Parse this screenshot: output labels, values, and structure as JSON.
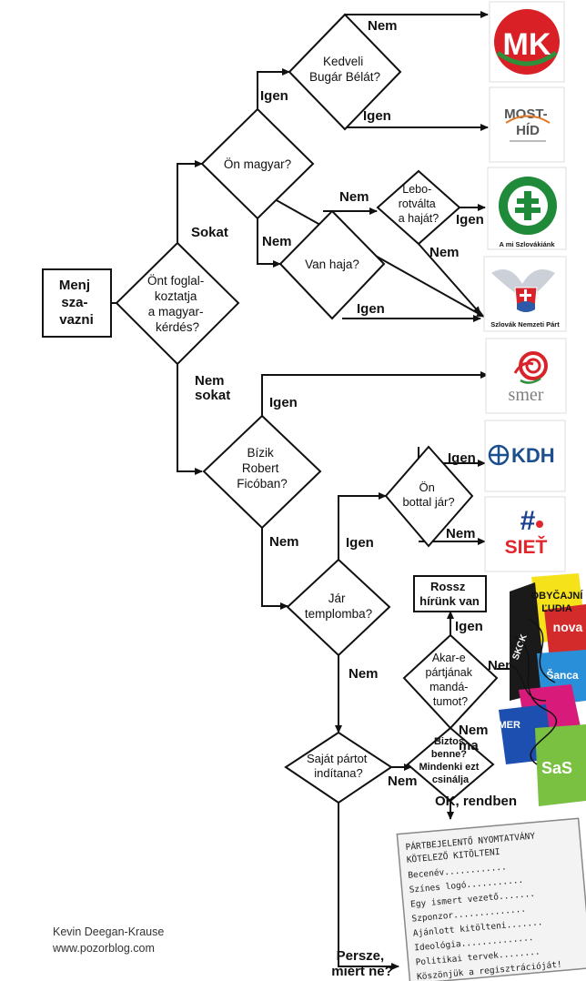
{
  "start": [
    "Menj",
    "sza-",
    "vazni"
  ],
  "q_foglalkoztatja": [
    "Önt foglal-",
    "koztatja",
    "a magyar-",
    "kérdés?"
  ],
  "q_magyar": [
    "Ön magyar?"
  ],
  "q_bugar": [
    "Kedveli",
    "Bugár Bélát?"
  ],
  "q_haja": [
    "Van haja?"
  ],
  "q_lebo": [
    "Lebo-",
    "rotválta",
    "a haját?"
  ],
  "q_fico": [
    "Bízik",
    "Robert",
    "Ficóban?"
  ],
  "q_bot": [
    "Ön",
    "bottal jár?"
  ],
  "q_templom": [
    "Jár",
    "templomba?"
  ],
  "q_mandatum": [
    "Akar-e",
    "pártjának",
    "mandá-",
    "tumot?"
  ],
  "q_sajat": [
    "Saját pártot",
    "indítana?"
  ],
  "q_biztos": [
    "Biztos",
    "benne?",
    "Mindenki ezt",
    "csinálja"
  ],
  "rossz_hir": [
    "Rossz",
    "hírünk van"
  ],
  "labels": {
    "nem": "Nem",
    "igen": "Igen",
    "sokat": "Sokat",
    "nem_sokat": [
      "Nem",
      "sokat"
    ],
    "nem_ma": [
      "Nem",
      "ma"
    ],
    "ok": "OK, rendben",
    "persze": [
      "Persze,",
      "miért ne?"
    ]
  },
  "logos": {
    "mk": "MK",
    "most_hid": [
      "MOST-",
      "HÍD"
    ],
    "lsns_caption": "A mi Szlovákiánk",
    "sns_caption": "Szlovák Nemzeti Párt",
    "smer": "smer",
    "kdh": "KDH",
    "siet": "SIEŤ",
    "collage": [
      "OBYČAJNÍ",
      "ĽUDIA",
      "nova",
      "Šanca",
      "SMER",
      "SaS",
      "SKOK"
    ]
  },
  "form": {
    "lines": [
      "PÁRTBEJELENTŐ NYOMTATVÁNY",
      "KÖTELEZŐ KITÖLTENI",
      "Becenév............",
      "Színes logó...........",
      "Egy ismert vezető.......",
      "Szponzor..............",
      "Ajánlott kitölteni.......",
      "Ideológia..............",
      "Politikai tervek........",
      "Köszönjük a regisztrációját!"
    ]
  },
  "credit": [
    "Kevin Deegan-Krause",
    "www.pozorblog.com"
  ],
  "colors": {
    "mk_red": "#d92026",
    "mk_green": "#2f8f3a",
    "lsns_green": "#1f8a3a",
    "sns_blue": "#2d5aa8",
    "smer_red": "#d8232a",
    "smer_grey": "#808080",
    "kdh_blue": "#1c4f8f",
    "siet_red": "#e3262e",
    "siet_blue": "#1a3f8f"
  }
}
